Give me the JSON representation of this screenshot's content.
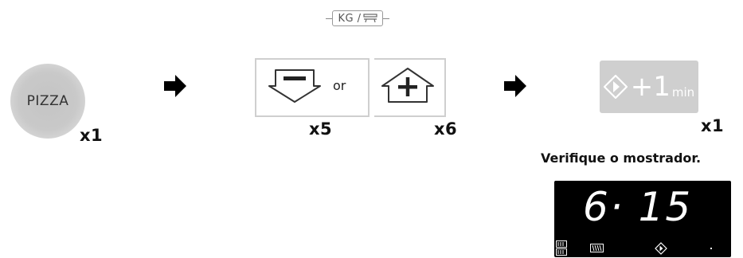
{
  "weight_label": {
    "text": "KG /"
  },
  "pizza_button": {
    "label": "PIZZA",
    "count": "x1"
  },
  "step2": {
    "connector": "or",
    "minus_count": "x5",
    "plus_count": "x6"
  },
  "step3": {
    "plus_label": "+1",
    "unit_label": "min",
    "count": "x1"
  },
  "instruction": "Verifique o mostrador.",
  "display": {
    "reading": "6· 15"
  },
  "icons": [
    "weight-tray-icon",
    "right-arrow-icon",
    "minus-down-arrow-icon",
    "plus-up-arrow-icon",
    "start-diamond-icon",
    "grill-icon",
    "microwave-icon"
  ],
  "colors": {
    "button_gray": "#cfcfcf",
    "display_bg": "#000000",
    "display_fg": "#ffffff"
  }
}
